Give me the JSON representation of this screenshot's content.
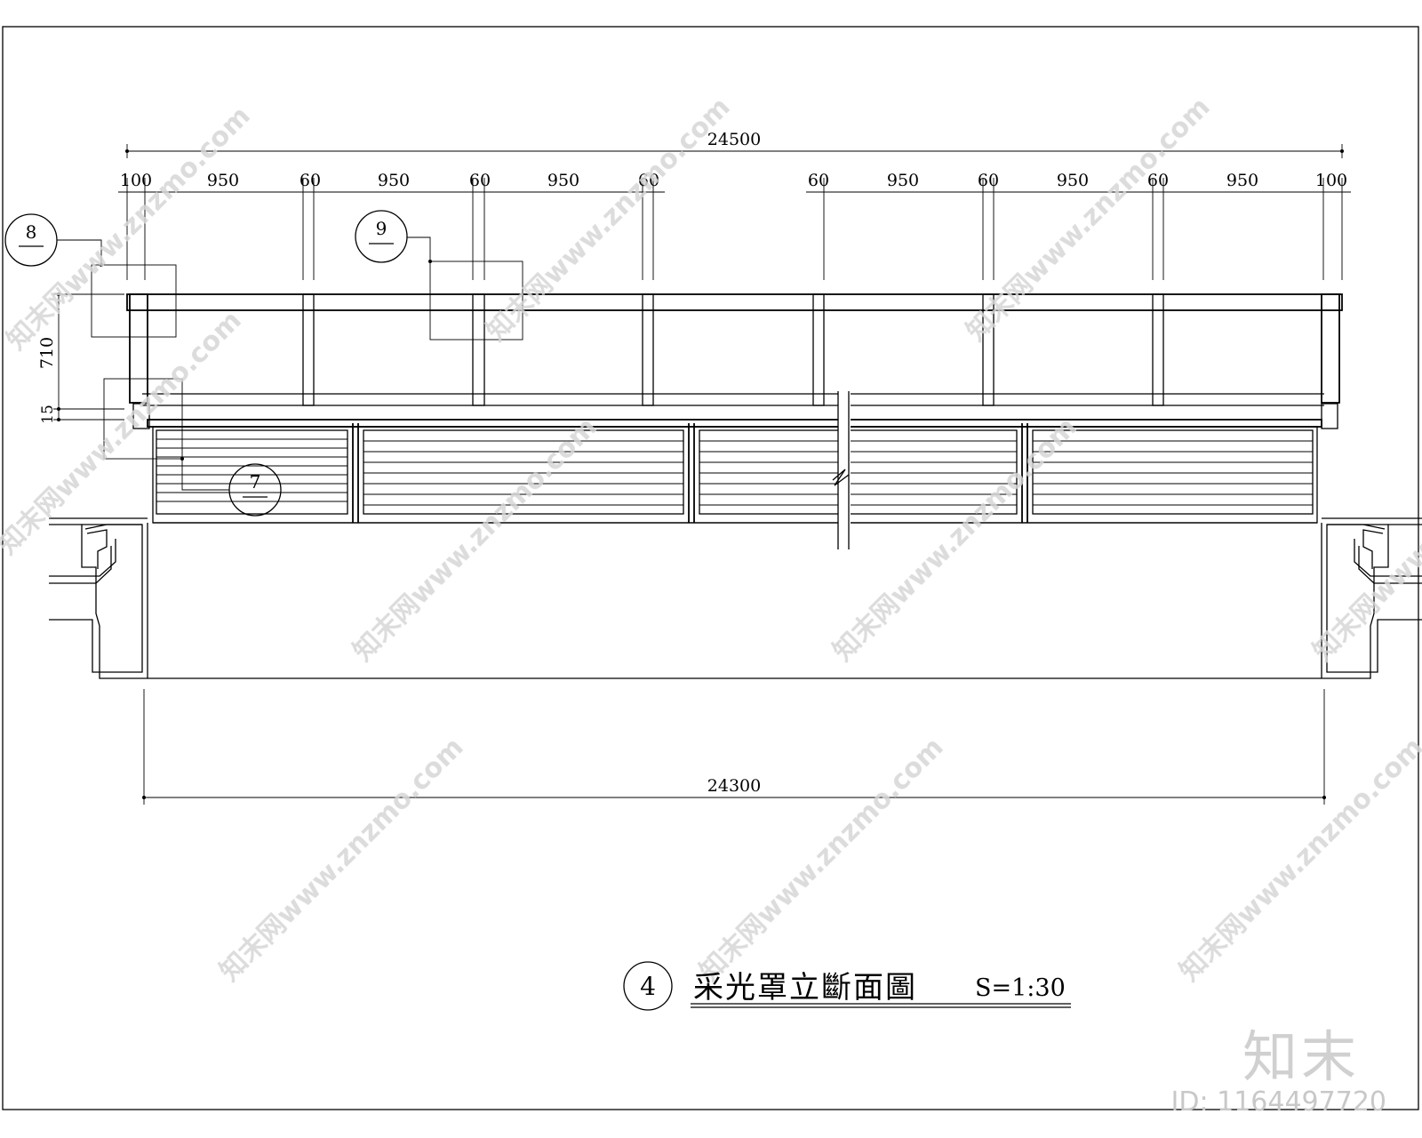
{
  "dimensions": {
    "top_overall": "24500",
    "top_segments": [
      "100",
      "950",
      "60",
      "950",
      "60",
      "950",
      "60",
      "60",
      "950",
      "60",
      "950",
      "60",
      "950",
      "100"
    ],
    "left_height": "710",
    "left_small": "15",
    "bottom_overall": "24300"
  },
  "callouts": [
    {
      "id": "8",
      "sub": "—"
    },
    {
      "id": "9",
      "sub": "—"
    },
    {
      "id": "7",
      "sub": "—"
    }
  ],
  "title": {
    "number": "4",
    "text": "采光罩立斷面圖",
    "scale": "S=1:30"
  },
  "watermark": {
    "text": "知末网www.znzmo.com",
    "brand": "知末",
    "id": "ID: 1164497720"
  }
}
